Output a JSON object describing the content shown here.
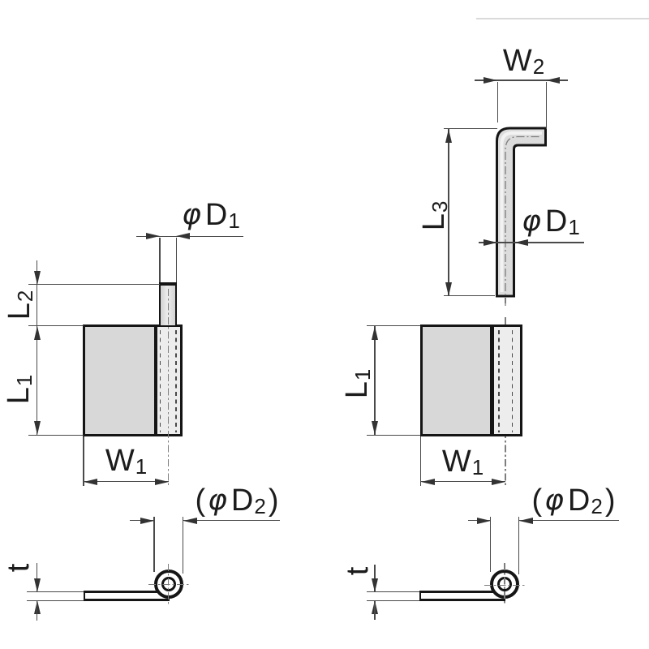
{
  "drawing": {
    "kind": "weld-on hinge dimension drawing, two variants with front and side views",
    "views": {
      "front_left": {
        "pin_diameter": {
          "phi": "φ",
          "letter": "D",
          "sub": "1"
        },
        "pin_height": {
          "letter": "L",
          "sub": "2"
        },
        "leaf_height": {
          "letter": "L",
          "sub": "1"
        },
        "leaf_width": {
          "letter": "W",
          "sub": "1"
        }
      },
      "front_right": {
        "bend_width": {
          "letter": "W",
          "sub": "2"
        },
        "pin_height": {
          "letter": "L",
          "sub": "3"
        },
        "pin_diameter": {
          "phi": "φ",
          "letter": "D",
          "sub": "1"
        },
        "leaf_height": {
          "letter": "L",
          "sub": "1"
        },
        "leaf_width": {
          "letter": "W",
          "sub": "1"
        }
      },
      "side_left": {
        "knuckle_diameter": {
          "open": "(",
          "phi": "φ",
          "letter": "D",
          "sub": "2",
          "close": ")"
        },
        "leaf_thickness": {
          "letter": "t"
        }
      },
      "side_right": {
        "knuckle_diameter": {
          "open": "(",
          "phi": "φ",
          "letter": "D",
          "sub": "2",
          "close": ")"
        },
        "leaf_thickness": {
          "letter": "t"
        }
      }
    },
    "colors": {
      "leaf_fill": "#d8d8d8",
      "knuckle_fill": "#ededed",
      "pin_fill": "#dcdcdc",
      "outline": "#151515",
      "dimension_line": "#4a4a4a",
      "center_line": "#7e7e7e"
    }
  }
}
